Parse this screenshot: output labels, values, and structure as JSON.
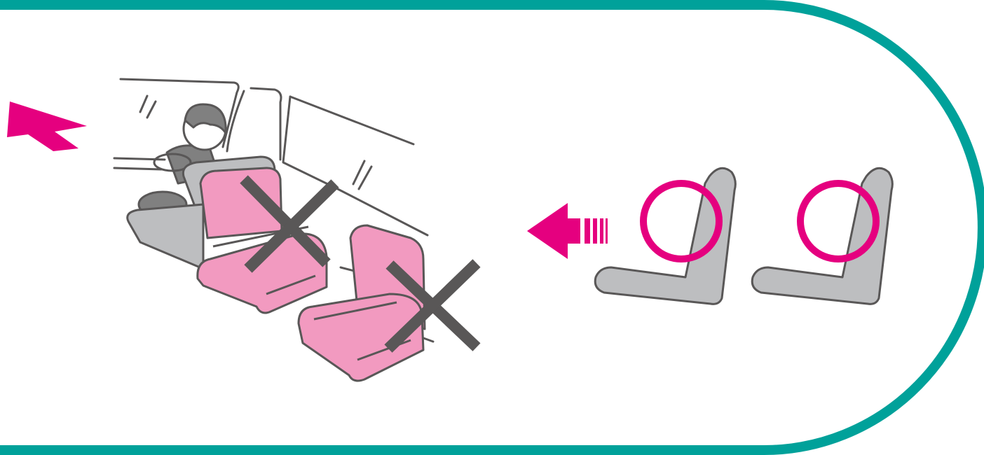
{
  "colors": {
    "frame": "#00a19a",
    "accent": "#e5007f",
    "seat_pink": "#f29ac0",
    "seat_gray": "#bdbec0",
    "outline": "#595757",
    "cross": "#595757",
    "background": "#ffffff"
  },
  "icons": {
    "direction_arrow": "arrow-left-icon",
    "ok_marks": "circle-ok-icon",
    "ng_marks": "cross-ng-icon"
  },
  "layout_meaning": {
    "vehicle_direction": "forward-left",
    "ng_seat_count": 2,
    "ok_seat_count": 2
  }
}
